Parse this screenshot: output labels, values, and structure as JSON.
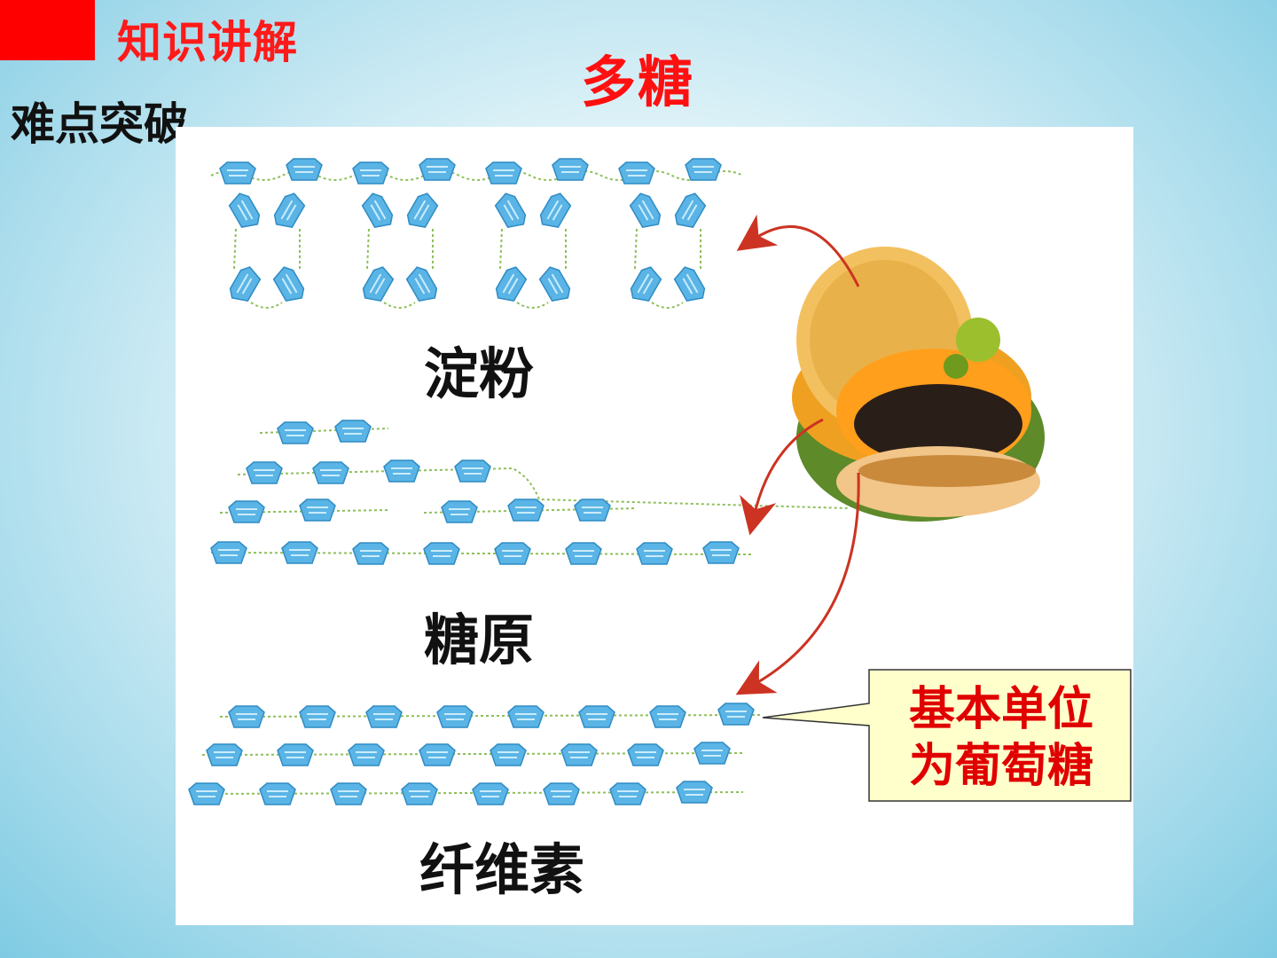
{
  "header": {
    "section_title": "知识讲解",
    "subtitle": "难点突破",
    "main_title": "多糖"
  },
  "diagram": {
    "labels": {
      "starch": "淀粉",
      "glycogen": "糖原",
      "cellulose": "纤维素"
    },
    "callout": {
      "line1": "基本单位",
      "line2": "为葡萄糖"
    },
    "colors": {
      "glucose_unit": "#5ab4e6",
      "arrow": "#cc3322",
      "callout_fill": "#ffffcc",
      "title_red": "#ff1010"
    },
    "icons": [
      "hamburger-icon",
      "glucose-unit-icon"
    ]
  }
}
